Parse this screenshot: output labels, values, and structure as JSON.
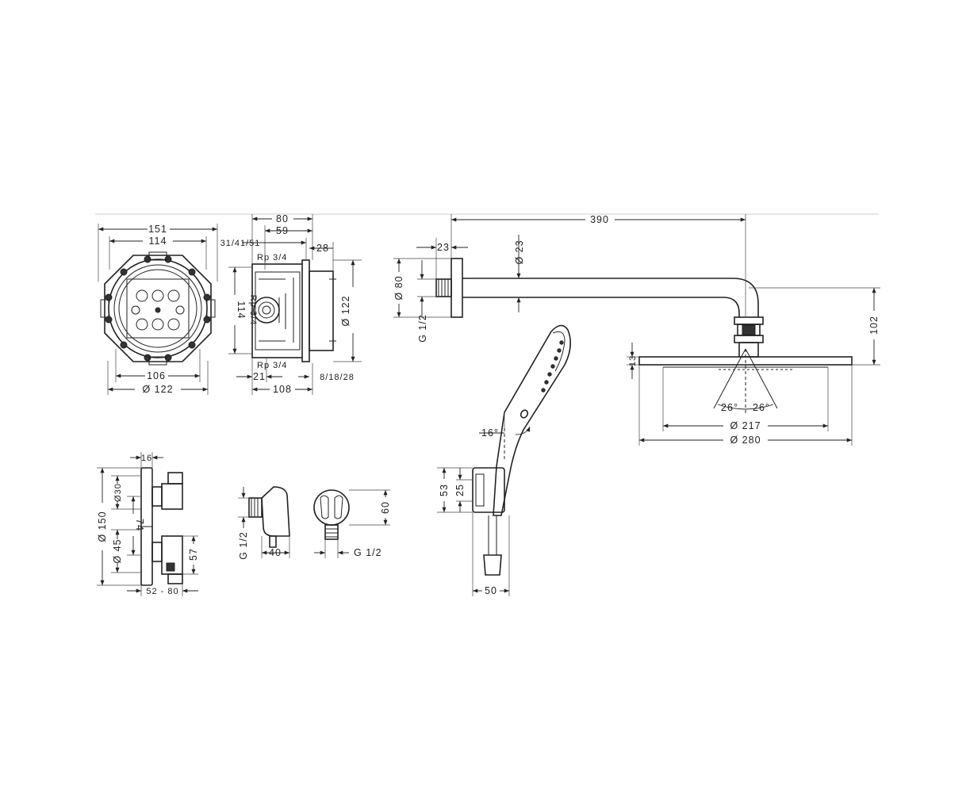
{
  "labels": {
    "d151": "151",
    "d114_top": "114",
    "d106": "106",
    "d122_bot": "Ø 122",
    "d80": "80",
    "d59": "59",
    "d31_41_51": "31/41/51",
    "d28": "28",
    "rp_top": "Rp 3/4",
    "rp_mid": "Rp 3/4",
    "rp_bot": "Rp 3/4",
    "d114_side": "114",
    "d122_side": "Ø 122",
    "d21": "21",
    "d108": "108",
    "d8_18_28": "8/18/28",
    "d390": "390",
    "d23_h": "23",
    "d23_dia": "Ø 23",
    "d80_dia": "Ø 80",
    "g12_arm": "G 1/2",
    "d102": "102",
    "d13": "13",
    "a26_l": "26°",
    "a26_r": "26°",
    "d217": "Ø 217",
    "d280": "Ø 280",
    "a16": "16°",
    "d53": "53",
    "d25": "25",
    "d50": "50",
    "d16": "16",
    "d150": "Ø 150",
    "d30": "Ø30",
    "d74": "74",
    "d45": "Ø 45",
    "d57": "57",
    "d52_80": "52 - 80",
    "g12_conn": "G 1/2",
    "d40": "40",
    "d60": "60",
    "g12_out": "G 1/2"
  }
}
